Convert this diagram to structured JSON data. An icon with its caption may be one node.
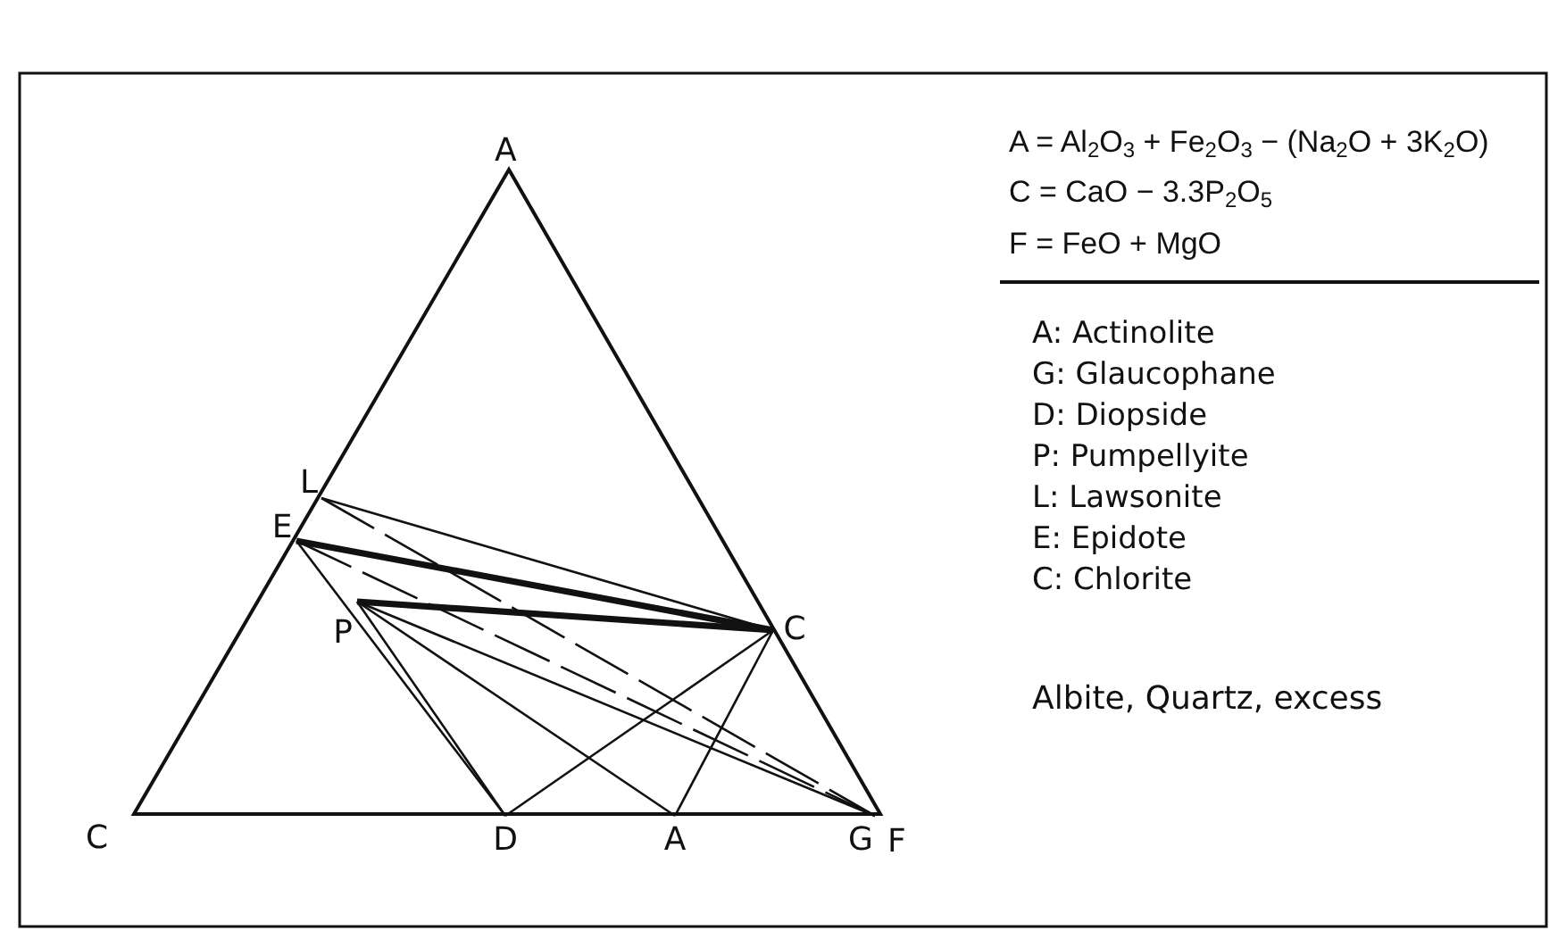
{
  "diagram": {
    "nodes": [
      {
        "text": [
          "L"
        ]
      },
      {
        "text": [
          "E"
        ]
      },
      {
        "text": [
          "P"
        ]
      },
      {
        "text": [
          "C"
        ]
      },
      {
        "text": [
          "D"
        ]
      },
      {
        "text": [
          "A"
        ]
      },
      {
        "text": [
          "G"
        ]
      }
    ],
    "edges": [
      {
        "from": 0,
        "to": 3,
        "arrow": "none"
      },
      {
        "from": 0,
        "to": 6,
        "arrow": "none",
        "style": "dashed"
      },
      {
        "from": 1,
        "to": 3,
        "arrow": "none",
        "style": "thick"
      },
      {
        "from": 1,
        "to": 6,
        "arrow": "none",
        "style": "dashed"
      },
      {
        "from": 1,
        "to": 4,
        "arrow": "none"
      },
      {
        "from": 2,
        "to": 3,
        "arrow": "none",
        "style": "thick"
      },
      {
        "from": 2,
        "to": 4,
        "arrow": "none"
      },
      {
        "from": 2,
        "to": 5,
        "arrow": "none"
      },
      {
        "from": 2,
        "to": 6,
        "arrow": "none"
      },
      {
        "from": 4,
        "to": 3,
        "arrow": "none"
      },
      {
        "from": 5,
        "to": 3,
        "arrow": "none"
      }
    ],
    "labels": [
      "A",
      "C",
      "F",
      "A = Al$_{2}$O$_{3}$ + Fe$_{2}$O$_{3}$ − (Na$_{2}$O + 3K$_{2}$O)",
      "C = CaO − 3.3P$_{2}$O$_{5}$",
      "F = FeO + MgO",
      "A: Actinolite",
      "G: Glaucophane",
      "D: Diopside",
      "P: Pumpellyite",
      "L: Lawsonite",
      "E: Epidote",
      "C: Chlorite",
      "Albite, Quartz, excess"
    ]
  }
}
